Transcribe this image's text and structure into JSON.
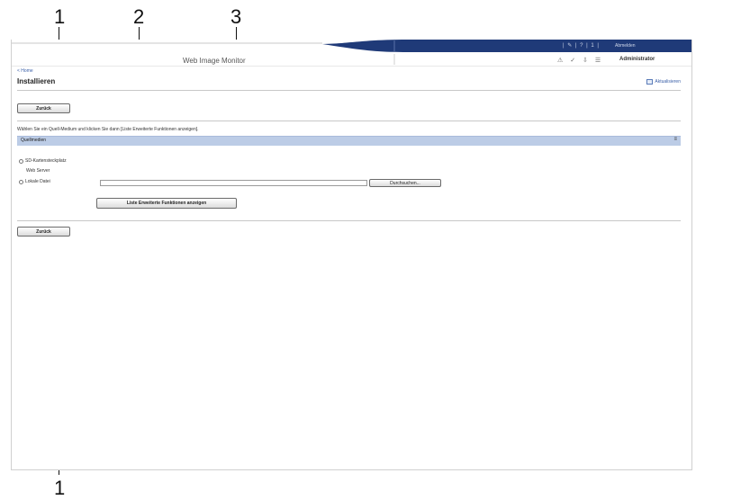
{
  "callouts": {
    "top_1": "1",
    "top_2": "2",
    "top_3": "3",
    "bottom_1": "1"
  },
  "header": {
    "app_title": "Web Image Monitor",
    "top_links": "| ✎ | ? | 1 |",
    "logout_label": "Abmelden",
    "tool_icons": "⚠ ✓ ⇩ ☰",
    "user": "Administrator",
    "brand_color": "#1f3a78"
  },
  "breadcrumb": {
    "home": "< Home"
  },
  "page": {
    "title": "Installieren",
    "refresh_label": "Aktualisieren"
  },
  "buttons": {
    "back_top": "Zurück",
    "back_bottom": "Zurück",
    "show_extended": "Liste Erweiterte Funktionen anzeigen",
    "browse": "Durchsuchen..."
  },
  "instructions": "Wählen Sie ein Quell-Medium und klicken Sie dann [Liste Erweiterte Funktionen anzeigen].",
  "section": {
    "title": "Quellmedien",
    "collapse_icon": "≡",
    "bar_color": "#bccce6"
  },
  "options": [
    {
      "label": "SD-Kartensteckplatz",
      "has_radio": true
    },
    {
      "label": "Web Server",
      "has_radio": false
    },
    {
      "label": "Lokale Datei",
      "has_radio": true
    }
  ],
  "local_file": {
    "value": ""
  }
}
